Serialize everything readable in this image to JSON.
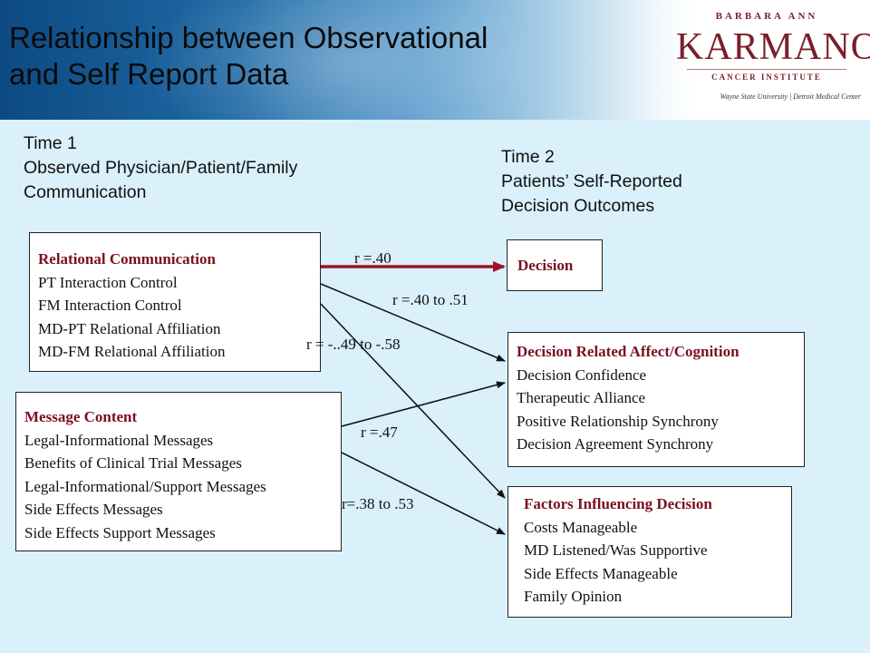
{
  "slide": {
    "title_line1": "Relationship between Observational",
    "title_line2": "and Self Report Data"
  },
  "logo": {
    "line1": "BARBARA ANN",
    "line2": "KARMANOS",
    "line3": "CANCER INSTITUTE",
    "line4": "Wayne State University | Detroit Medical Center"
  },
  "time1": {
    "line1": "Time 1",
    "line2": "Observed Physician/Patient/Family",
    "line3": "Communication"
  },
  "time2": {
    "line1": "Time 2",
    "line2": "Patients’ Self-Reported",
    "line3": "Decision Outcomes"
  },
  "relational": {
    "heading": "Relational Communication",
    "items": [
      "PT Interaction Control",
      "FM Interaction Control",
      "MD-PT Relational Affiliation",
      "MD-FM Relational Affiliation"
    ]
  },
  "message": {
    "heading": "Message Content",
    "items": [
      "Legal-Informational Messages",
      "Benefits of Clinical Trial Messages",
      "Legal-Informational/Support Messages",
      "Side Effects Messages",
      "Side Effects Support Messages"
    ]
  },
  "decision": {
    "heading": "Decision"
  },
  "affect": {
    "heading": "Decision Related Affect/Cognition",
    "items": [
      "Decision Confidence",
      "Therapeutic Alliance",
      "Positive Relationship Synchrony",
      "Decision Agreement Synchrony"
    ]
  },
  "factors": {
    "heading": "Factors Influencing Decision",
    "items": [
      "Costs Manageable",
      "MD Listened/Was Supportive",
      "Side Effects Manageable",
      "Family Opinion"
    ]
  },
  "correlations": {
    "rel_to_decision": "r =.40",
    "rel_to_affect": "r =.40 to .51",
    "rel_to_factors": "r = -..49 to -.58",
    "msg_to_affect": "r =.47",
    "msg_to_factors": "r=.38 to .53"
  },
  "colors": {
    "heading": "#7a1020",
    "highlight_arrow": "#9b1428",
    "background": "#daf1fb"
  }
}
